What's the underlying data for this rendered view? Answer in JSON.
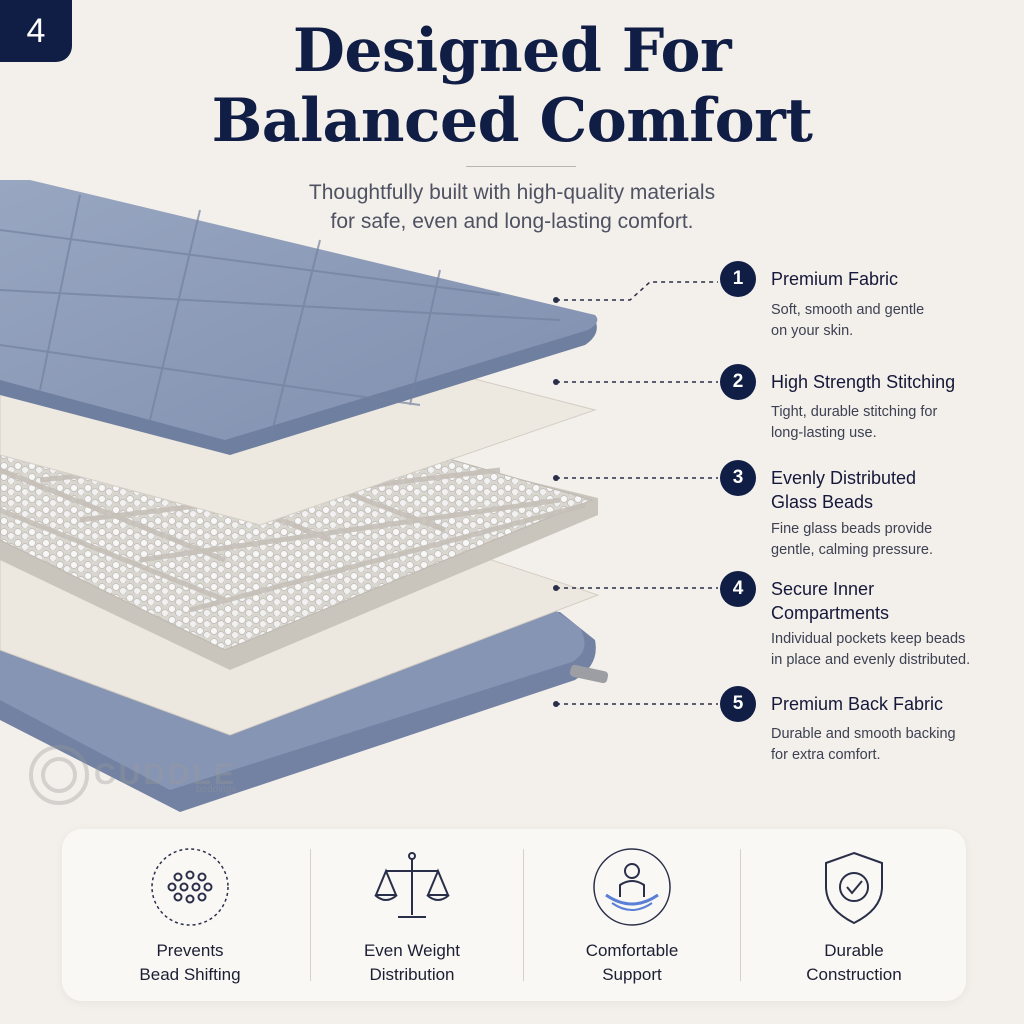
{
  "badge": "4",
  "title": {
    "line1": "Designed For",
    "line2": "Balanced Comfort"
  },
  "subtitle": {
    "line1": "Thoughtfully built with high-quality materials",
    "line2": "for safe, even and long-lasting comfort."
  },
  "watermark": {
    "brand": "CUDDLE",
    "sub": "beddings"
  },
  "features": [
    {
      "number": "1",
      "title": "Premium Fabric",
      "desc1": "Soft, smooth and gentle",
      "desc2": "on your skin."
    },
    {
      "number": "2",
      "title": "High Strength Stitching",
      "desc1": "Tight, durable stitching for",
      "desc2": "long-lasting use."
    },
    {
      "number": "3",
      "title1": "Evenly Distributed",
      "title2": "Glass Beads",
      "desc1": "Fine glass beads provide",
      "desc2": "gentle, calming pressure."
    },
    {
      "number": "4",
      "title1": "Secure Inner",
      "title2": "Compartments",
      "desc1": "Individual pockets keep beads",
      "desc2": "in place and evenly distributed."
    },
    {
      "number": "5",
      "title": "Premium Back Fabric",
      "desc1": "Durable and smooth backing",
      "desc2": "for extra comfort."
    }
  ],
  "benefits": [
    {
      "icon": "beads-icon",
      "line1": "Prevents",
      "line2": "Bead Shifting"
    },
    {
      "icon": "scale-icon",
      "line1": "Even Weight",
      "line2": "Distribution"
    },
    {
      "icon": "person-support-icon",
      "line1": "Comfortable",
      "line2": "Support"
    },
    {
      "icon": "shield-check-icon",
      "line1": "Durable",
      "line2": "Construction"
    }
  ],
  "colors": {
    "navy": "#101d45",
    "blanket": "#8b9ab8",
    "background": "#f3efea"
  }
}
